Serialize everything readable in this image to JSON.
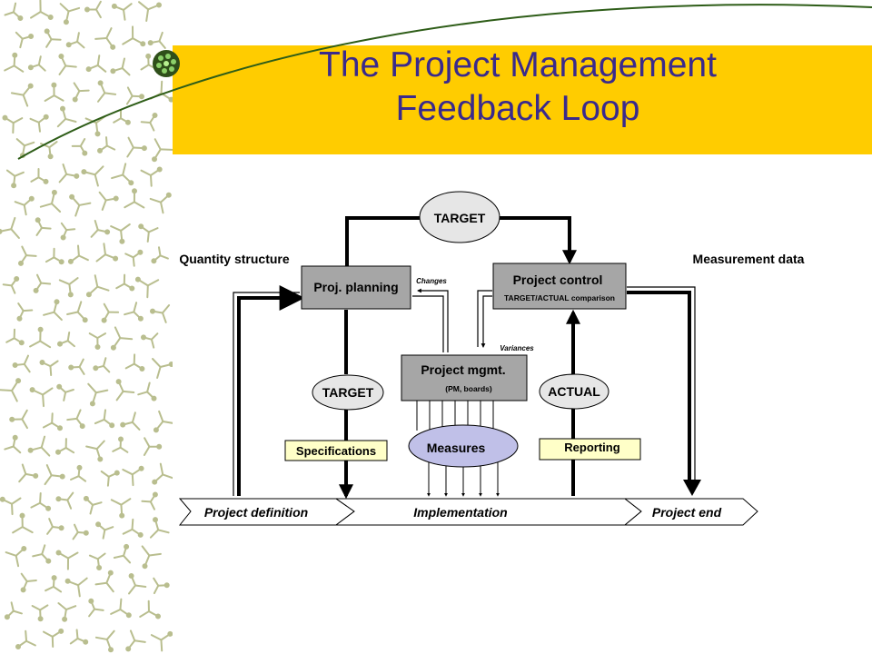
{
  "title": {
    "line1": "The Project Management",
    "line2": "Feedback Loop"
  },
  "colors": {
    "band": "#FFCC00",
    "title_text": "#3A2A8C",
    "box_fill": "#A6A6A6",
    "ellipse_fill": "#E6E6E6",
    "measures_fill": "#C0C0E8",
    "note_fill": "#FFFFC8",
    "pattern_stroke": "#B9BE8F"
  },
  "diagram": {
    "target_top": "TARGET",
    "target_left": "TARGET",
    "actual": "ACTUAL",
    "quantity_structure": "Quantity structure",
    "measurement_data": "Measurement data",
    "proj_planning": "Proj. planning",
    "project_control": "Project control",
    "project_control_sub": "TARGET/ACTUAL comparison",
    "changes": "Changes",
    "variances": "Variances",
    "project_mgmt": "Project mgmt.",
    "project_mgmt_sub": "(PM, boards)",
    "measures": "Measures",
    "specifications": "Specifications",
    "reporting": "Reporting"
  },
  "phases": {
    "definition": "Project definition",
    "implementation": "Implementation",
    "end": "Project end"
  },
  "icons": {
    "bullet": "green-dot-cluster-icon"
  }
}
